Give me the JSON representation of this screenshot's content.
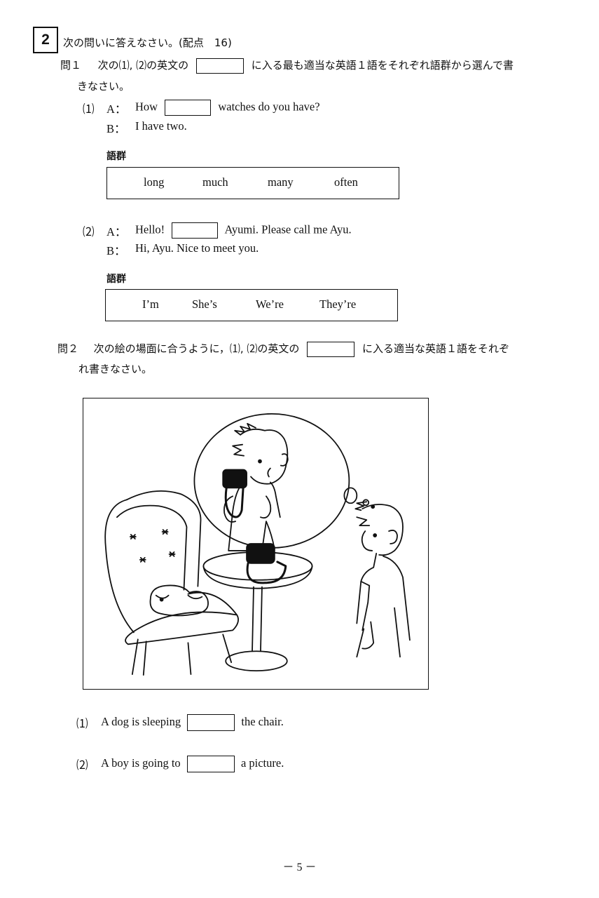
{
  "question": {
    "number": "2",
    "instruction": "次の問いに答えなさい。(配点　16)"
  },
  "q1": {
    "label": "問１",
    "instruction_a": "次の⑴, ⑵の英文の",
    "instruction_b": "に入る最も適当な英語１語をそれぞれ語群から選んで書",
    "instruction_c": "きなさい。",
    "item1": {
      "num": "⑴",
      "a_label": "A：",
      "a_before": "How",
      "a_after": "watches do you have?",
      "b_label": "B：",
      "b_text": "I have two.",
      "wordbank_title": "語群",
      "words": [
        "long",
        "much",
        "many",
        "often"
      ]
    },
    "item2": {
      "num": "⑵",
      "a_label": "A：",
      "a_before": "Hello!",
      "a_after": "Ayumi. Please call me Ayu.",
      "b_label": "B：",
      "b_text": "Hi, Ayu. Nice to meet you.",
      "wordbank_title": "語群",
      "words": [
        "I’m",
        "She’s",
        "We’re",
        "They’re"
      ]
    }
  },
  "q2": {
    "label": "問２",
    "instruction_a": "次の絵の場面に合うように，⑴, ⑵の英文の",
    "instruction_b": "に入る適当な英語１語をそれぞ",
    "instruction_c": "れ書きなさい。",
    "item1": {
      "num": "⑴",
      "before": "A dog is sleeping",
      "after": "the chair."
    },
    "item2": {
      "num": "⑵",
      "before": "A boy is going to",
      "after": "a picture."
    }
  },
  "page_number": "－ 5 －"
}
